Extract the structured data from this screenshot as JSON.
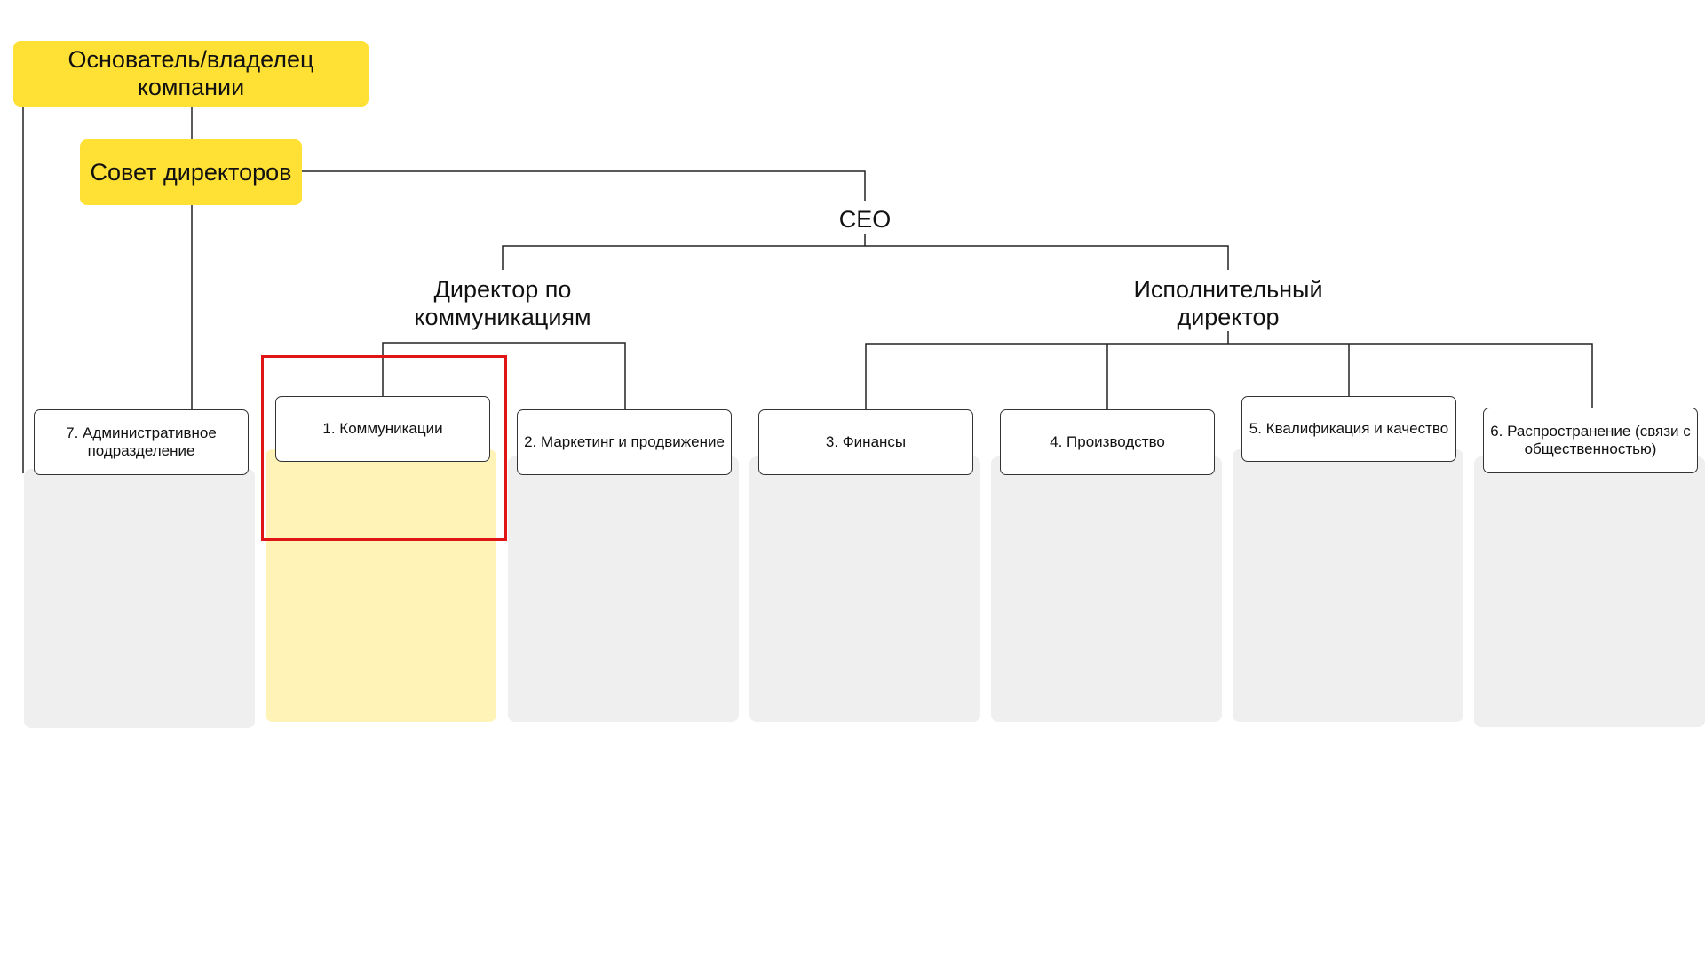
{
  "diagram": {
    "owner": {
      "label": "Основатель/владелец компании"
    },
    "board": {
      "label": "Совет директоров"
    },
    "ceo": {
      "label": "CEO"
    },
    "comm_director": {
      "label": "Директор по коммуникациям"
    },
    "exec_director": {
      "label": "Исполнительный директор"
    },
    "departments": [
      {
        "label": "7. Административное подразделение"
      },
      {
        "label": "1. Коммуникации"
      },
      {
        "label": "2. Маркетинг и продвижение"
      },
      {
        "label": "3. Финансы"
      },
      {
        "label": "4. Производство"
      },
      {
        "label": "5. Квалификация и качество"
      },
      {
        "label": "6. Распространение (связи с общественностью)"
      }
    ],
    "colors": {
      "accent_yellow": "#FFE135",
      "highlight_panel": "#FFF3B8",
      "column_panel": "#EFEFEF",
      "selection_outline": "#E01515",
      "connector_line": "#222222"
    }
  }
}
